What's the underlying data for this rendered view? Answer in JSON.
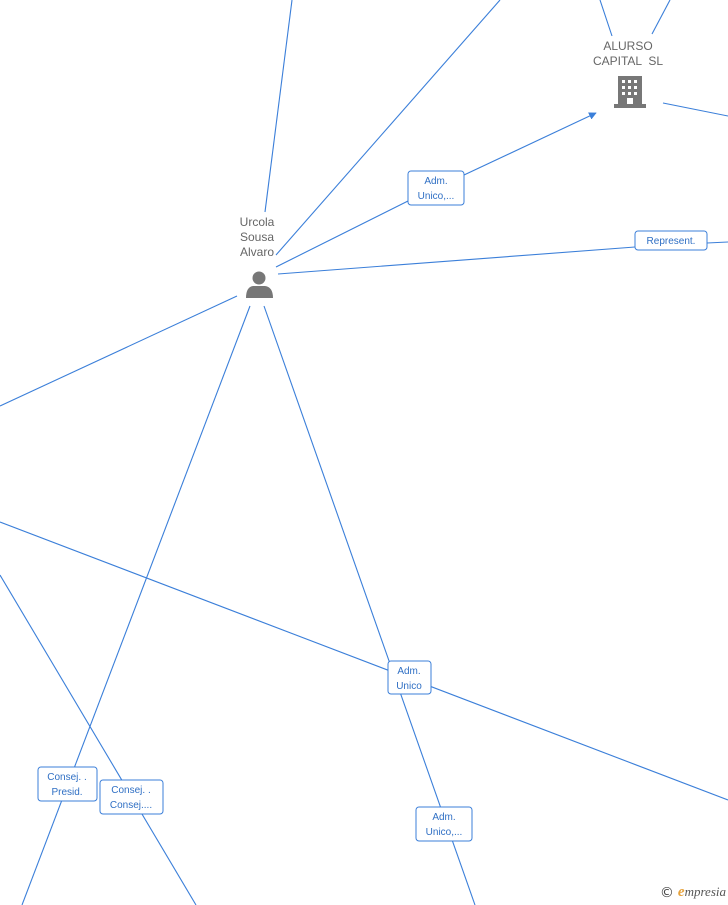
{
  "colors": {
    "edge": "#3b7fd9",
    "node": "#777777",
    "label": "#666666"
  },
  "nodes": [
    {
      "id": "person",
      "type": "person",
      "icon": "person-icon",
      "label": [
        "Urcola",
        "Sousa",
        "Alvaro"
      ]
    },
    {
      "id": "company",
      "type": "company",
      "icon": "building-icon",
      "label": [
        "ALURSO",
        "CAPITAL  SL"
      ]
    }
  ],
  "edge_labels": [
    {
      "id": "e1",
      "lines": [
        "Adm.",
        "Unico,..."
      ]
    },
    {
      "id": "e2",
      "lines": [
        "Represent."
      ]
    },
    {
      "id": "e3",
      "lines": [
        "Adm.",
        "Unico"
      ]
    },
    {
      "id": "e4",
      "lines": [
        "Consej. .",
        "Presid."
      ]
    },
    {
      "id": "e5",
      "lines": [
        "Consej. .",
        "Consej...."
      ]
    },
    {
      "id": "e6",
      "lines": [
        "Adm.",
        "Unico,..."
      ]
    }
  ],
  "brand": {
    "copyright": "©",
    "initial": "e",
    "name": "mpresia"
  }
}
